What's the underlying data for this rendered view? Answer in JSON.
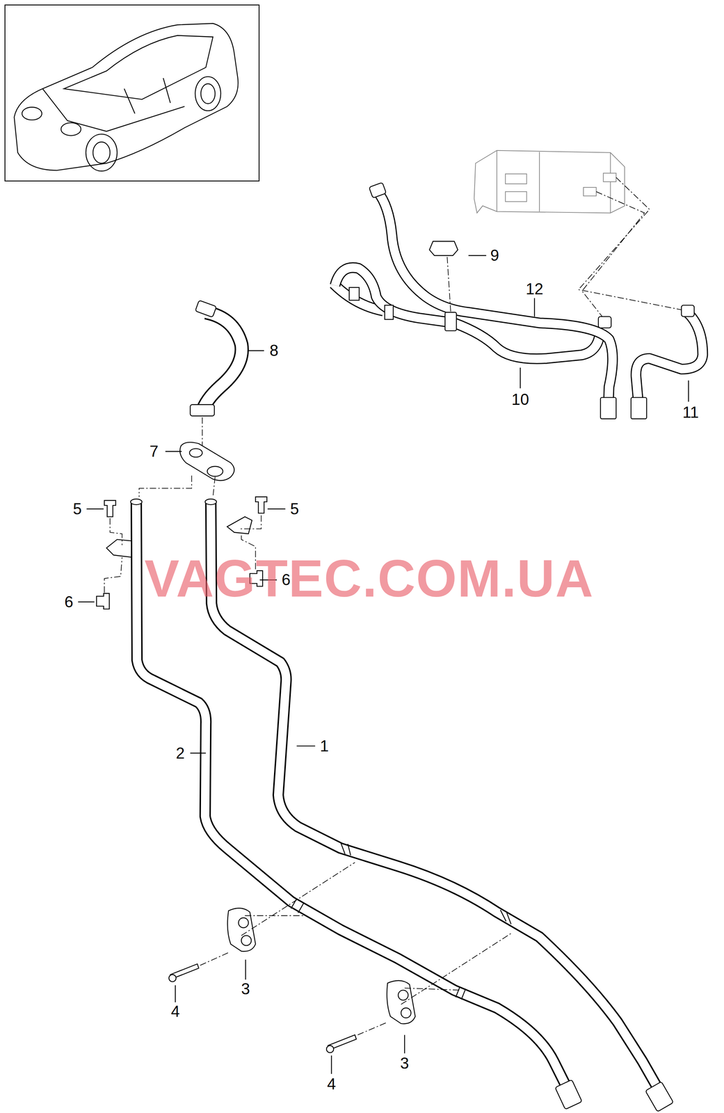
{
  "diagram": {
    "labels": [
      "9",
      "12",
      "8",
      "10",
      "11",
      "7",
      "5",
      "5",
      "6",
      "6",
      "VAGTEC.COM.UA",
      "2",
      "1",
      "3",
      "4",
      "3",
      "4"
    ]
  }
}
